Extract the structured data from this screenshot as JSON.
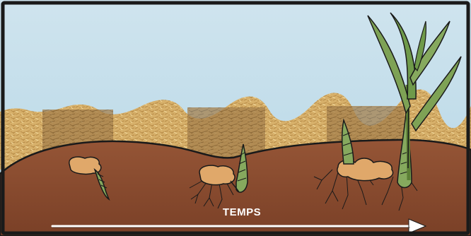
{
  "illustration": {
    "arrow_label": "TEMPS",
    "stages": [
      "rhizome-dormant",
      "rhizome-sprouting",
      "rhizome-shoot",
      "rhizome-plant"
    ]
  },
  "colors": {
    "sky_top": "#cfe3ee",
    "sky_bottom": "#b9d8e6",
    "mulch": "#d9b36a",
    "mulch_dark": "#9c7a48",
    "soil": "#8a4b2c",
    "soil_dark": "#6e3a22",
    "rhizome": "#e0a86a",
    "shoot": "#7fa35a",
    "leaf": "#6f9a4a",
    "outline": "#1a1a1a"
  }
}
